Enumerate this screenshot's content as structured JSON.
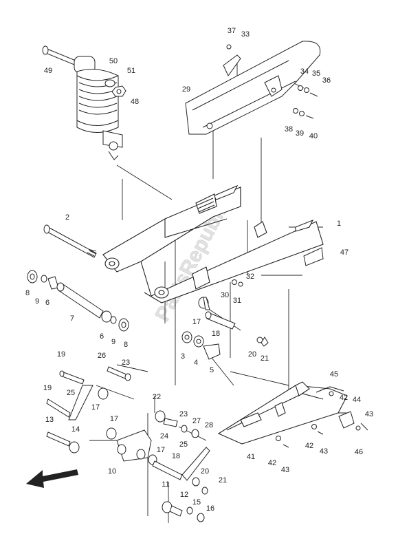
{
  "diagram": {
    "watermark": "PartsRepublik",
    "callouts": [
      {
        "id": "c1",
        "text": "1"
      },
      {
        "id": "c2",
        "text": "2"
      },
      {
        "id": "c3",
        "text": "3"
      },
      {
        "id": "c4",
        "text": "4"
      },
      {
        "id": "c5",
        "text": "5"
      },
      {
        "id": "c6a",
        "text": "6"
      },
      {
        "id": "c6b",
        "text": "6"
      },
      {
        "id": "c7",
        "text": "7"
      },
      {
        "id": "c8a",
        "text": "8"
      },
      {
        "id": "c8b",
        "text": "8"
      },
      {
        "id": "c9a",
        "text": "9"
      },
      {
        "id": "c9b",
        "text": "9"
      },
      {
        "id": "c10",
        "text": "10"
      },
      {
        "id": "c11",
        "text": "11"
      },
      {
        "id": "c12",
        "text": "12"
      },
      {
        "id": "c13",
        "text": "13"
      },
      {
        "id": "c14",
        "text": "14"
      },
      {
        "id": "c15",
        "text": "15"
      },
      {
        "id": "c16",
        "text": "16"
      },
      {
        "id": "c17a",
        "text": "17"
      },
      {
        "id": "c17b",
        "text": "17"
      },
      {
        "id": "c17c",
        "text": "17"
      },
      {
        "id": "c17d",
        "text": "17"
      },
      {
        "id": "c18a",
        "text": "18"
      },
      {
        "id": "c18b",
        "text": "18"
      },
      {
        "id": "c19a",
        "text": "19"
      },
      {
        "id": "c19b",
        "text": "19"
      },
      {
        "id": "c20a",
        "text": "20"
      },
      {
        "id": "c20b",
        "text": "20"
      },
      {
        "id": "c21a",
        "text": "21"
      },
      {
        "id": "c21b",
        "text": "21"
      },
      {
        "id": "c22",
        "text": "22"
      },
      {
        "id": "c23a",
        "text": "23"
      },
      {
        "id": "c23b",
        "text": "23"
      },
      {
        "id": "c24",
        "text": "24"
      },
      {
        "id": "c25a",
        "text": "25"
      },
      {
        "id": "c25b",
        "text": "25"
      },
      {
        "id": "c26",
        "text": "26"
      },
      {
        "id": "c27",
        "text": "27"
      },
      {
        "id": "c28",
        "text": "28"
      },
      {
        "id": "c29",
        "text": "29"
      },
      {
        "id": "c30",
        "text": "30"
      },
      {
        "id": "c31",
        "text": "31"
      },
      {
        "id": "c32",
        "text": "32"
      },
      {
        "id": "c33",
        "text": "33"
      },
      {
        "id": "c34",
        "text": "34"
      },
      {
        "id": "c35",
        "text": "35"
      },
      {
        "id": "c36",
        "text": "36"
      },
      {
        "id": "c37",
        "text": "37"
      },
      {
        "id": "c38",
        "text": "38"
      },
      {
        "id": "c39",
        "text": "39"
      },
      {
        "id": "c40",
        "text": "40"
      },
      {
        "id": "c41",
        "text": "41"
      },
      {
        "id": "c42a",
        "text": "42"
      },
      {
        "id": "c42b",
        "text": "42"
      },
      {
        "id": "c42c",
        "text": "42"
      },
      {
        "id": "c43a",
        "text": "43"
      },
      {
        "id": "c43b",
        "text": "43"
      },
      {
        "id": "c43c",
        "text": "43"
      },
      {
        "id": "c44",
        "text": "44"
      },
      {
        "id": "c45",
        "text": "45"
      },
      {
        "id": "c46",
        "text": "46"
      },
      {
        "id": "c47",
        "text": "47"
      },
      {
        "id": "c48",
        "text": "48"
      },
      {
        "id": "c49",
        "text": "49"
      },
      {
        "id": "c50",
        "text": "50"
      },
      {
        "id": "c51",
        "text": "51"
      }
    ]
  }
}
